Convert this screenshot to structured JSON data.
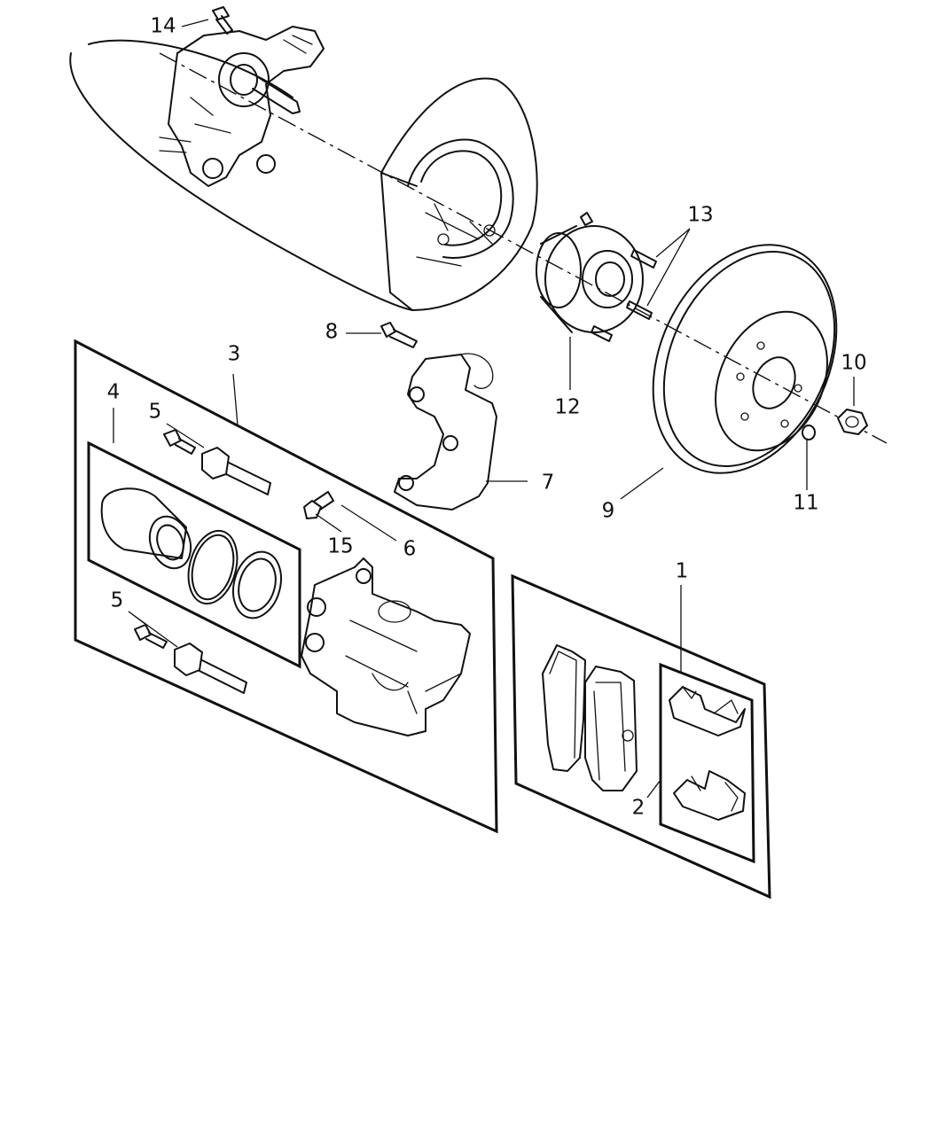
{
  "callouts": {
    "c1": "1",
    "c2": "2",
    "c3": "3",
    "c4": "4",
    "c5_upper": "5",
    "c5_lower": "5",
    "c6": "6",
    "c7": "7",
    "c8": "8",
    "c9": "9",
    "c10": "10",
    "c11": "11",
    "c12": "12",
    "c13": "13",
    "c14": "14",
    "c15": "15"
  }
}
